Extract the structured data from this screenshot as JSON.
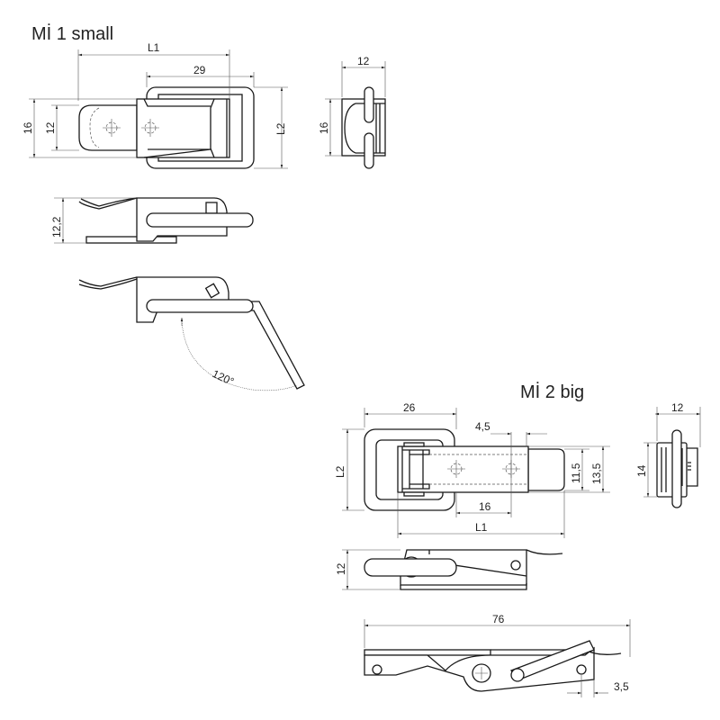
{
  "small": {
    "title": "Mİ 1 small",
    "dims": {
      "l1": "L1",
      "w29": "29",
      "l2": "L2",
      "h16": "16",
      "h12": "12",
      "end_w12": "12",
      "end_h16": "16",
      "side_h": "12,2",
      "angle": "120°"
    }
  },
  "big": {
    "title": "Mİ 2 big",
    "dims": {
      "w26": "26",
      "l2": "L2",
      "hole": "4,5",
      "h115": "11,5",
      "h135": "13,5",
      "w16": "16",
      "l1": "L1",
      "end_w12": "12",
      "end_h14": "14",
      "side_h12": "12",
      "len76": "76",
      "off35": "3,5"
    }
  }
}
